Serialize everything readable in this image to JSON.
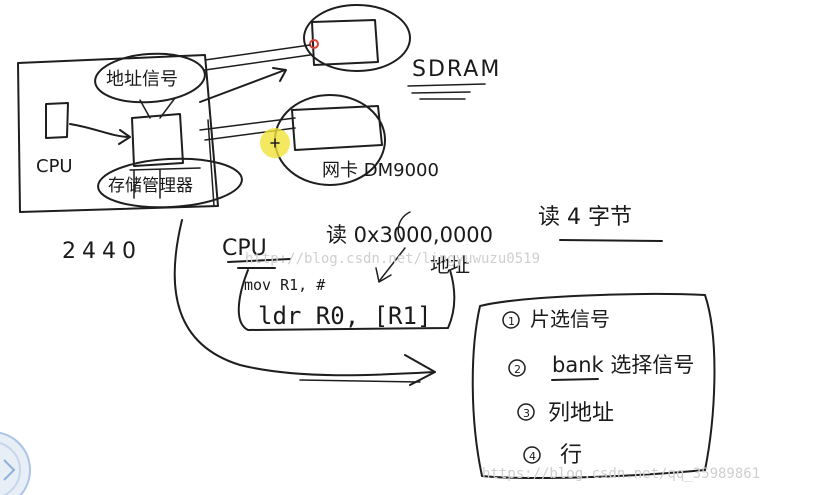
{
  "board": {
    "board_label": "2440",
    "cpu_label": "CPU",
    "address_bus_label": "地址信号",
    "memory_controller_label": "存储管理器",
    "sdram_label": "SDRAM",
    "nic_label": "网卡 DM9000"
  },
  "notes": {
    "cpu_word": "CPU",
    "read_address_text": "读 0x3000,0000",
    "read_bytes_text": "读 4 字节",
    "address_word": "地址",
    "asm_line1": "mov R1, #",
    "asm_line2": "ldr  R0, [R1]"
  },
  "signal_list": {
    "items": [
      {
        "num": "1",
        "text": "片选信号"
      },
      {
        "num": "2",
        "text": "bank 选择信号"
      },
      {
        "num": "3",
        "text": "列地址"
      },
      {
        "num": "4",
        "text": "行"
      }
    ]
  },
  "watermarks": {
    "center": "http://blog.csdn.net/lingyuwuzu0519",
    "bottom_right": "https://blog.csdn.net/qq_35989861"
  },
  "colors": {
    "ink": "#1e1e1e",
    "highlight": "#f2e23a",
    "red_dot": "#e0403a",
    "watermark": "#cfcfcf",
    "corner_widget": "#a9c4e6"
  }
}
